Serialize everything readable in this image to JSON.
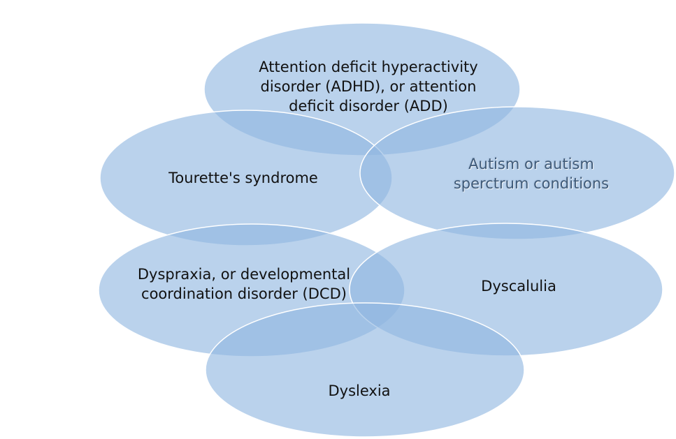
{
  "colors": {
    "fill": "#8fb6e0",
    "stroke": "#ffffff",
    "text": "#111111",
    "accent_text": "#3f5a78"
  },
  "nodes": [
    {
      "id": "adhd",
      "lines": [
        "Attention deficit hyperactivity",
        "disorder (ADHD), or attention",
        "deficit disorder (ADD)"
      ]
    },
    {
      "id": "tourettes",
      "lines": [
        "Tourette's syndrome"
      ]
    },
    {
      "id": "autism",
      "lines": [
        "Autism or autism",
        "sperctrum conditions"
      ]
    },
    {
      "id": "dyspraxia",
      "lines": [
        "Dyspraxia, or developmental",
        "coordination disorder (DCD)"
      ]
    },
    {
      "id": "dyscalulia",
      "lines": [
        "Dyscalulia"
      ]
    },
    {
      "id": "dyslexia",
      "lines": [
        "Dyslexia"
      ]
    }
  ]
}
